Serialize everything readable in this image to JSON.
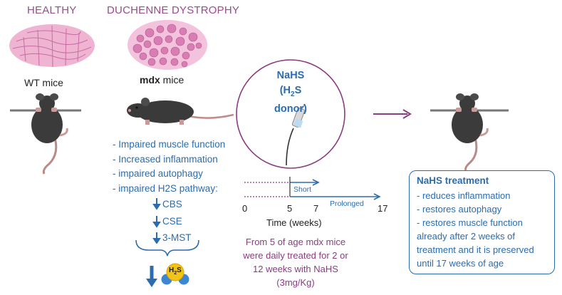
{
  "headings": {
    "healthy": "HEALTHY",
    "duchenne": "DUCHENNE DYSTROPHY"
  },
  "mice": {
    "wt_label": "WT mice",
    "mdx_bold": "mdx",
    "mdx_rest": " mice"
  },
  "mdx_effects": [
    "- Impaired muscle function",
    "- Increased inflammation",
    "- impaired autophagy",
    "- impaired H2S pathway:"
  ],
  "enzymes": [
    "CBS",
    "CSE",
    "3-MST"
  ],
  "h2s_molecule": {
    "label": "H",
    "sub": "2",
    "tail": "S"
  },
  "nahs": {
    "line1": "NaHS",
    "line2_pre": "(H",
    "line2_sub": "2",
    "line2_post": "S donor)"
  },
  "timeline": {
    "short_label": "Short",
    "prolonged_label": "Prolonged",
    "ticks": [
      "0",
      "5",
      "7",
      "17"
    ],
    "axis_label": "Time (weeks)"
  },
  "protocol_text": [
    "From 5 of age mdx mice",
    "were daily treated for 2 or",
    "12 weeks with  NaHS",
    "(3mg/Kg)"
  ],
  "treatment_box": {
    "title": "NaHS treatment",
    "lines": [
      "- reduces inflammation",
      "- restores autophagy",
      "-  restores muscle function",
      "already  after 2 weeks of",
      "treatment and it is preserved",
      "until 17 weeks of age"
    ]
  },
  "colors": {
    "blue": "#2b6cb0",
    "purple": "#8a3d80",
    "tissue": "#e9a3c9"
  }
}
